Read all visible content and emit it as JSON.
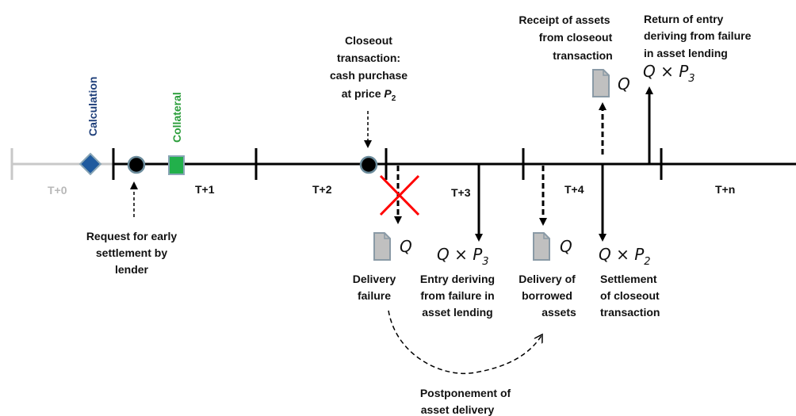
{
  "colors": {
    "timeline": "#000000",
    "timeline_past": "#c8c8c8",
    "text": "#111111",
    "calculation": "#1f3f7a",
    "collateral": "#2a9d3a",
    "collateral_fill": "#22b04b",
    "diamond": "#1f5a9e",
    "node_fill": "#000000",
    "node_stroke": "#6c8c9c",
    "cross": "#ff0000",
    "doc_fill": "#c0c0c0",
    "doc_stroke": "#8a9aa6"
  },
  "periods": {
    "t0": "T+0",
    "t1": "T+1",
    "t2": "T+2",
    "t3": "T+3",
    "t4": "T+4",
    "tn": "T+n"
  },
  "markers": {
    "calculation": "Calculation",
    "collateral": "Collateral"
  },
  "labels": {
    "request": [
      "Request for early",
      "settlement by",
      "lender"
    ],
    "closeout": [
      "Closeout",
      "transaction:",
      "cash purchase"
    ],
    "closeout_price_prefix": "at price ",
    "delivery_failure": [
      "Delivery",
      "failure"
    ],
    "entry_deriving": [
      "Entry deriving",
      "from failure in",
      "asset lending"
    ],
    "delivery_borrowed": [
      "Delivery of",
      "borrowed",
      "assets"
    ],
    "settlement": [
      "Settlement",
      "of closeout",
      "transaction"
    ],
    "receipt": [
      "Receipt of assets",
      "from closeout",
      "transaction"
    ],
    "return_entry": [
      "Return of entry",
      "deriving from failure",
      "in asset lending"
    ],
    "postponement": [
      "Postponement of",
      "asset delivery"
    ]
  },
  "math": {
    "q": "Q",
    "times": " × ",
    "p": "P",
    "p2_sub": "2",
    "p3_sub": "3"
  },
  "icons": {
    "document": "document-icon",
    "cross": "cross-icon",
    "diamond": "diamond-marker-icon",
    "circle": "circle-node-icon",
    "square": "square-marker-icon"
  }
}
